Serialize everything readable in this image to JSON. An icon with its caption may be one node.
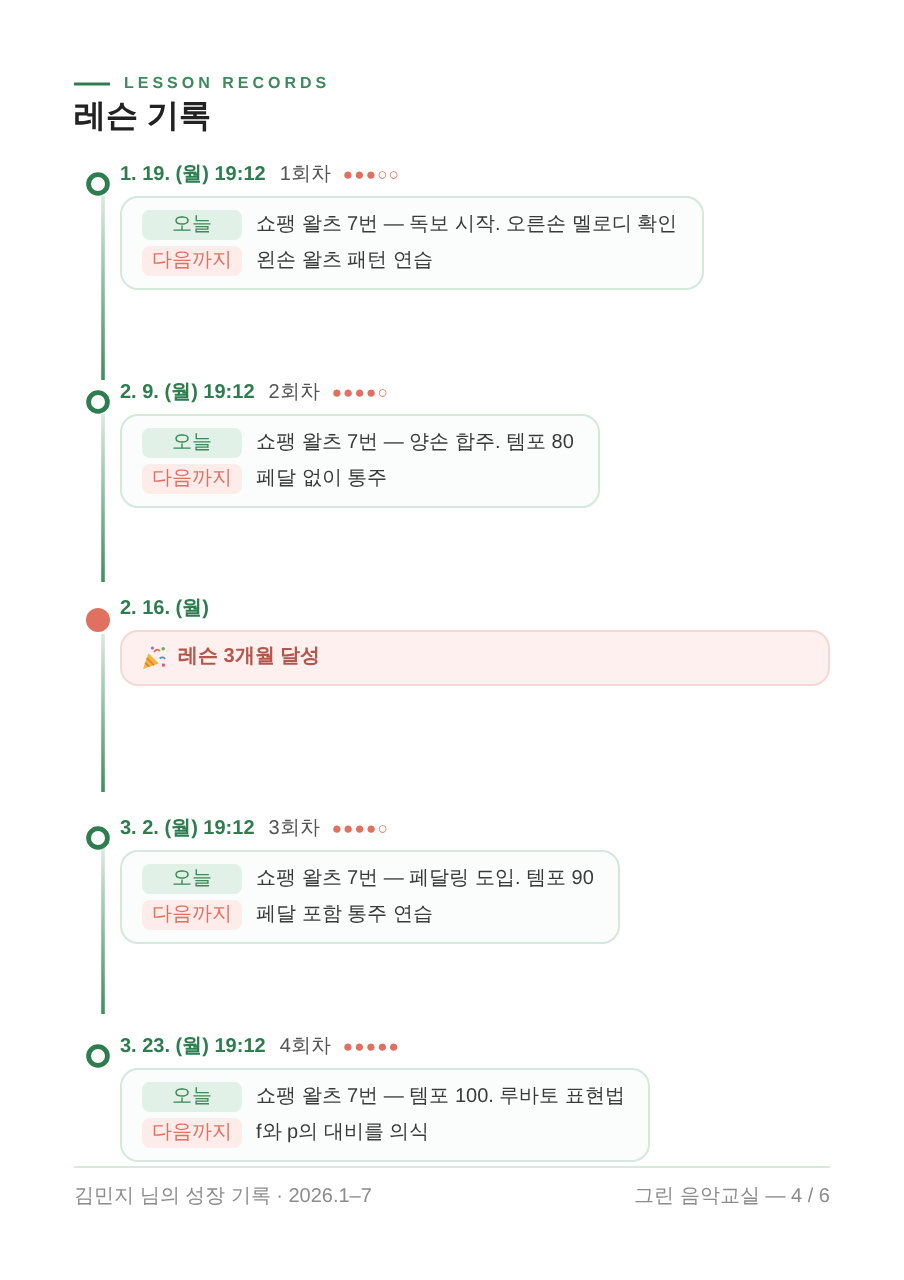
{
  "diagram": {
    "title": "레슨 기록",
    "nodes": [
      {
        "text": [
          "1. 19. (월) 19:12",
          "1회차",
          "●●●○○",
          "쇼팽 왈츠 7번 — 독보 시작. 오른손 멜로디 확인",
          "왼손 왈츠 패턴 연습"
        ]
      },
      {
        "text": [
          "오늘"
        ],
        "in": 0
      },
      {
        "text": [
          "다음까지"
        ],
        "in": 0
      },
      {
        "text": [
          "2. 9. (월) 19:12",
          "2회차",
          "●●●●○",
          "쇼팽 왈츠 7번 — 양손 합주. 템포 80",
          "페달 없이 통주"
        ]
      },
      {
        "text": [
          "오늘"
        ],
        "in": 3
      },
      {
        "text": [
          "다음까지"
        ],
        "in": 3
      },
      {
        "text": [
          "2. 16. (월)",
          "레슨 3개월 달성"
        ]
      },
      {
        "text": [
          "3. 2. (월) 19:12",
          "3회차",
          "●●●●○",
          "쇼팽 왈츠 7번 — 페달링 도입. 템포 90",
          "페달 포함 통주 연습"
        ]
      },
      {
        "text": [
          "오늘"
        ],
        "in": 7
      },
      {
        "text": [
          "다음까지"
        ],
        "in": 7
      },
      {
        "text": [
          "3. 23. (월) 19:12",
          "4회차",
          "●●●●●",
          "쇼팽 왈츠 7번 — 템포 100. 루바토 표현법",
          "f와 p의 대비를 의식"
        ]
      },
      {
        "text": [
          "오늘"
        ],
        "in": 10
      },
      {
        "text": [
          "다음까지"
        ],
        "in": 10
      }
    ],
    "labels": [
      "LESSON RECORDS",
      "김민지 님의 성장 기록 · 2026.1–7",
      "그린 음악교실 — 4 / 6"
    ]
  }
}
